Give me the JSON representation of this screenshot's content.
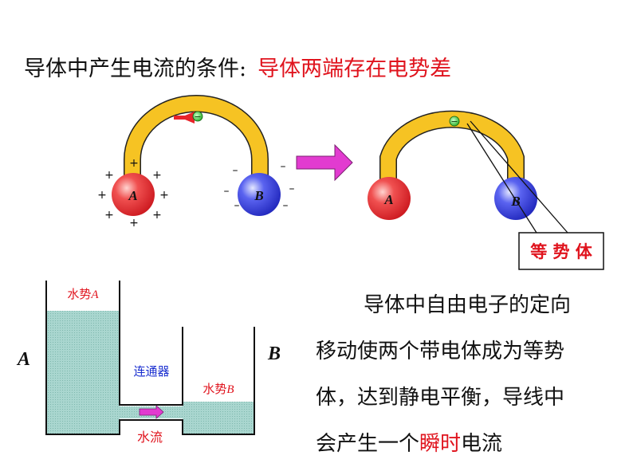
{
  "title": {
    "prefix": "导体中产生电流的条件:",
    "highlight": "导体两端存在电势差"
  },
  "left_sphere_a": "A",
  "left_sphere_b": "B",
  "right_sphere_a": "A",
  "right_sphere_b": "B",
  "equipotential_box": "等 势 体",
  "plus_sign": "+",
  "minus_sign": "–",
  "electron_sign": "−",
  "tank": {
    "label_a": "A",
    "label_b": "B",
    "water_level_a": {
      "prefix": "水势",
      "var": "A"
    },
    "water_level_b": {
      "prefix": "水势",
      "var": "B"
    },
    "connector": "连通器",
    "flow": "水流"
  },
  "paragraph": {
    "line1": "导体中自由电子的定向",
    "line2": "移动使两个带电体成为等势",
    "line3": "体，达到静电平衡，导线中",
    "line4_pre": "会产生一个",
    "line4_red": "瞬时",
    "line4_post": "电流"
  },
  "colors": {
    "red_text": "#e0141e",
    "wire": "#f6c323",
    "sphere_a": "#e8242a",
    "sphere_b": "#2e35d6",
    "water": "#a9d6cf",
    "arrow_magenta": "#e23bd0"
  }
}
